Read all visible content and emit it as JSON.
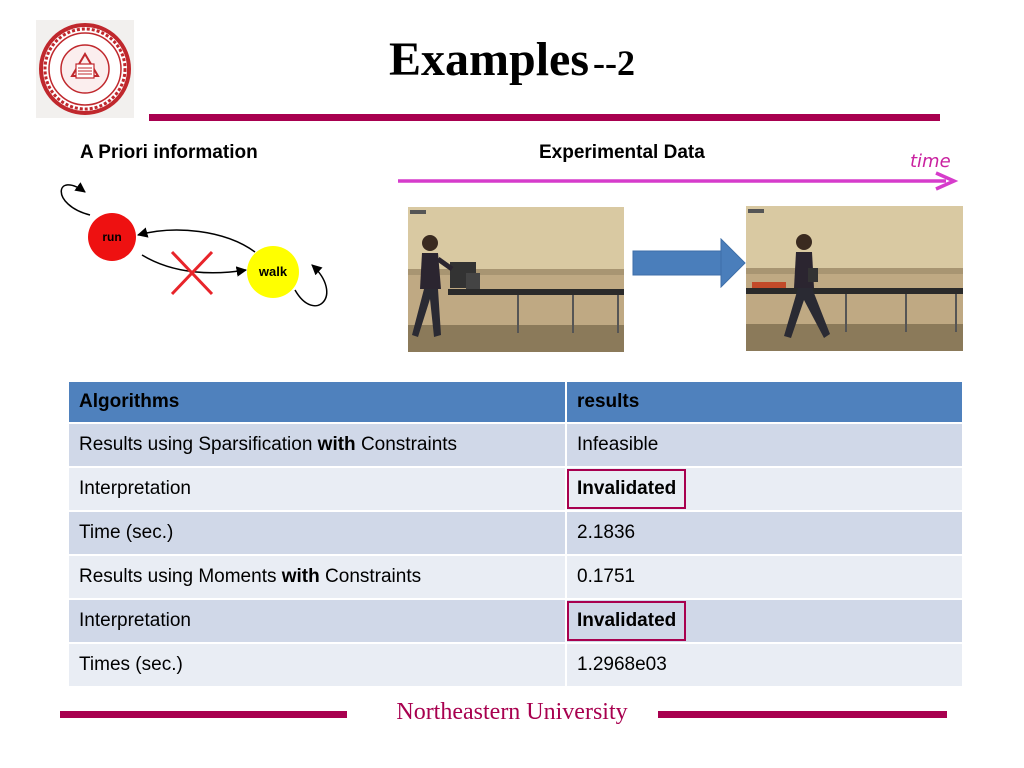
{
  "header": {
    "title": "Examples",
    "title_suffix": "--2",
    "logo_icon": "northeastern-university-seal-icon"
  },
  "sections": {
    "left_heading": "A Priori information",
    "right_heading": "Experimental Data",
    "time_label": "time"
  },
  "diagram": {
    "state_run": "run",
    "state_walk": "walk",
    "run_color": "#ee1111",
    "walk_color": "#ffff00",
    "forbidden_mark_color": "#e8242a"
  },
  "table": {
    "headers": [
      "Algorithms",
      "results"
    ],
    "rows": [
      {
        "pre": "Results using Sparsification ",
        "bold": "with",
        "post": " Constraints",
        "result": "Infeasible",
        "highlight": false
      },
      {
        "pre": "Interpretation",
        "bold": "",
        "post": "",
        "result": "Invalidated",
        "highlight": true
      },
      {
        "pre": "Time (sec.)",
        "bold": "",
        "post": "",
        "result": "2.1836",
        "highlight": false
      },
      {
        "pre": "Results using Moments ",
        "bold": "with",
        "post": " Constraints",
        "result": "0.1751",
        "highlight": false
      },
      {
        "pre": "Interpretation",
        "bold": "",
        "post": "",
        "result": "Invalidated",
        "highlight": true
      },
      {
        "pre": "Times (sec.)",
        "bold": "",
        "post": "",
        "result": "1.2968e03",
        "highlight": false
      }
    ]
  },
  "footer": {
    "text": "Northeastern University"
  },
  "colors": {
    "accent": "#a8004f",
    "table_header": "#4f81bd",
    "time_arrow": "#d63ccb",
    "transition_arrow": "#4a7ebb"
  }
}
